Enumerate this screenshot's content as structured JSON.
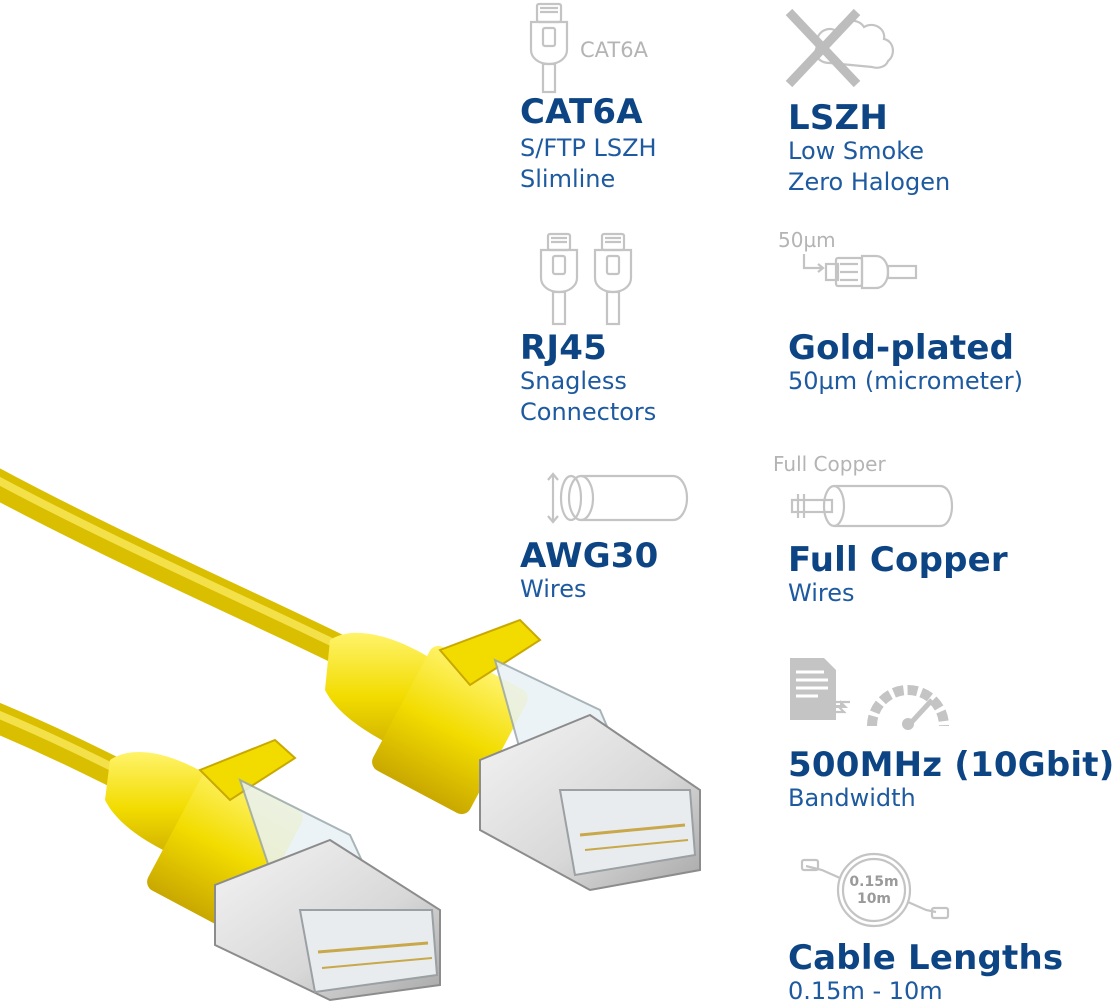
{
  "features": [
    {
      "id": "cat6a",
      "icon": "connector-icon",
      "icon_label": "CAT6A",
      "title": "CAT6A",
      "lines": [
        "S/FTP LSZH",
        "Slimline"
      ]
    },
    {
      "id": "lszh",
      "icon": "no-smoke-icon",
      "title": "LSZH",
      "lines": [
        "Low Smoke",
        "Zero Halogen"
      ]
    },
    {
      "id": "rj45",
      "icon": "double-connector-icon",
      "title": "RJ45",
      "lines": [
        "Snagless",
        "Connectors"
      ]
    },
    {
      "id": "gold",
      "icon": "gold-plated-connector-icon",
      "icon_label": "50µm",
      "title": "Gold-plated",
      "lines": [
        "50µm (micrometer)"
      ]
    },
    {
      "id": "awg",
      "icon": "wire-cylinder-icon",
      "title": "AWG30",
      "lines": [
        "Wires"
      ]
    },
    {
      "id": "copper",
      "icon": "copper-core-icon",
      "icon_label": "Full Copper",
      "title": "Full Copper",
      "lines": [
        "Wires"
      ]
    },
    {
      "id": "bandwidth",
      "icon": "speed-gauge-icon",
      "title": "500MHz (10Gbit)",
      "lines": [
        "Bandwidth"
      ]
    },
    {
      "id": "lengths",
      "icon": "cable-coil-icon",
      "icon_label_lines": [
        "0.15m",
        "10m"
      ],
      "title": "Cable Lengths",
      "lines": [
        "0.15m - 10m"
      ]
    }
  ],
  "colors": {
    "title": "#0d4584",
    "text": "#1e5aa0",
    "icon": "#c4c4c4",
    "cable": "#f2dc00"
  }
}
